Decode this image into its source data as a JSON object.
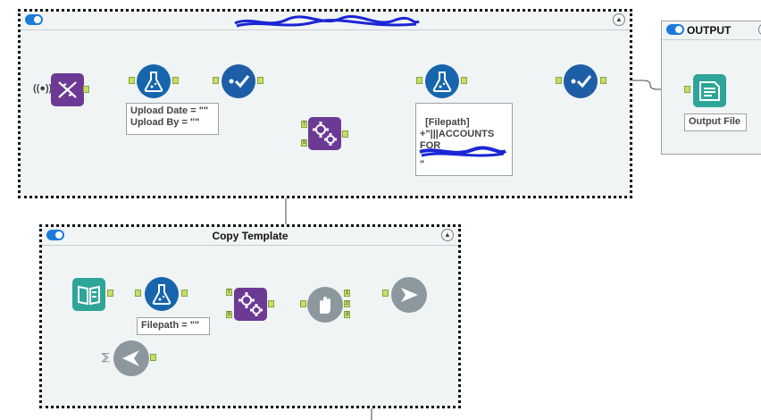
{
  "containers": {
    "top": {
      "title": "",
      "collapse_icon": "chevron-up-icon"
    },
    "output": {
      "title": "OUTPUT"
    },
    "copy": {
      "title": "Copy Template",
      "collapse_icon": "chevron-up-icon"
    }
  },
  "annotations": {
    "formula1": "Upload Date = \"\"\nUpload By = \"\"",
    "formula2": "[Filepath]\n+\"|||ACCOUNTS\nFOR",
    "formula2_tail": "\"",
    "output": "Output File",
    "copy_formula": "Filepath = \"\""
  },
  "anchors": {
    "t": "T",
    "s": "S",
    "one": "1",
    "two": "2",
    "three": "3"
  },
  "colors": {
    "accent": "#1c7bd8",
    "formula_blue": "#1665ad",
    "select_blue": "#1e5ea6",
    "macro_purple": "#6c3a94",
    "output_teal": "#2ea598",
    "gray_tool": "#8c979e",
    "anchor_green": "#c3df6a",
    "redaction": "#1a26d4"
  },
  "icons": [
    "dna-icon",
    "formula-flask-icon",
    "select-check-icon",
    "gear-macro-icon",
    "output-file-icon",
    "directory-book-icon",
    "message-hand-icon",
    "run-command-icon",
    "macro-input-icon"
  ]
}
